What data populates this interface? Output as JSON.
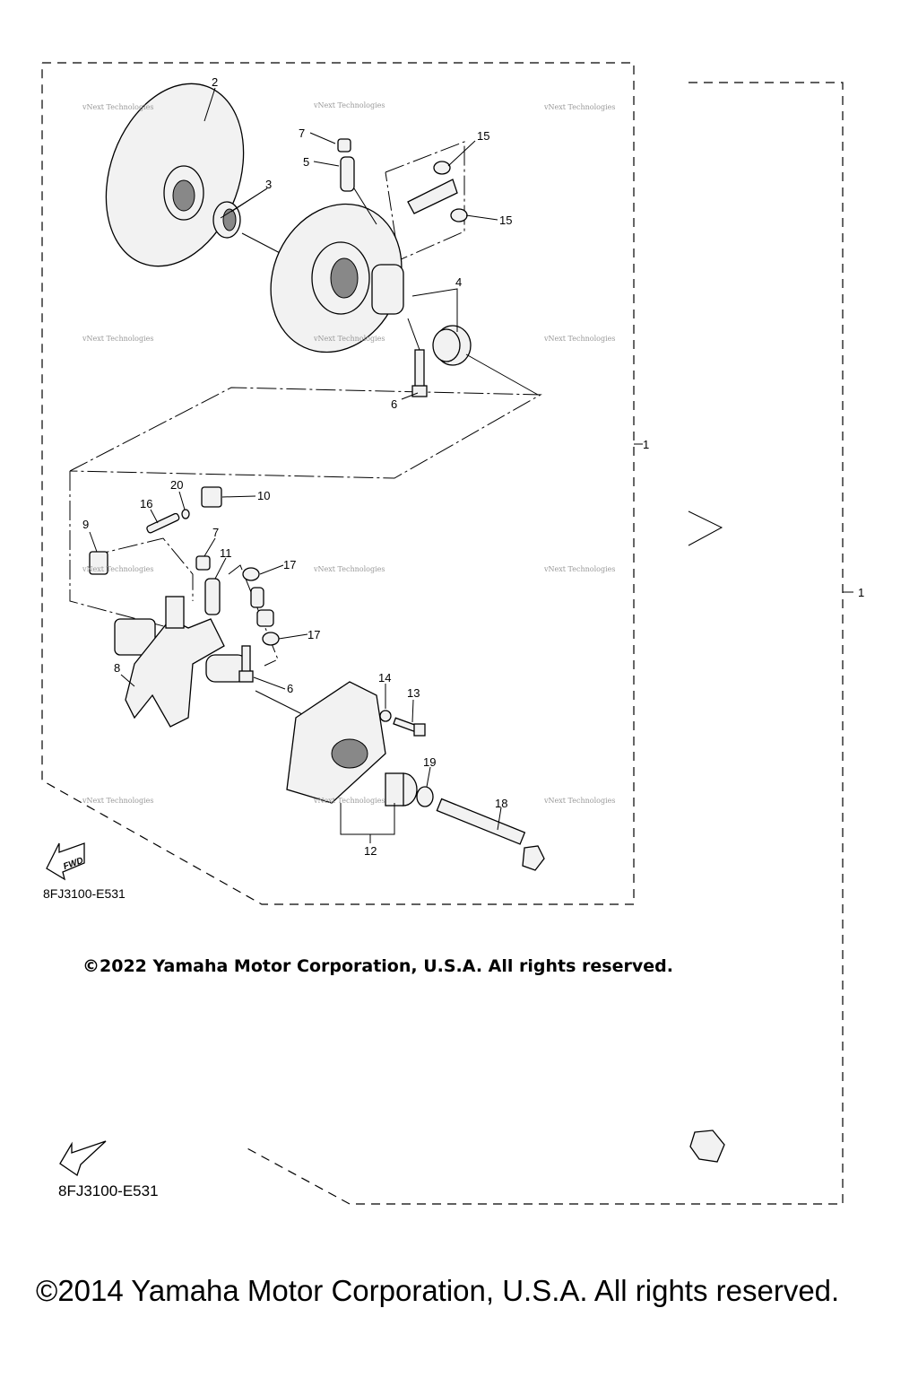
{
  "diagram": {
    "callouts": {
      "c2": "2",
      "c7a": "7",
      "c5": "5",
      "c3": "3",
      "c15a": "15",
      "c15b": "15",
      "c4": "4",
      "c6a": "6",
      "c1a": "1",
      "c20": "20",
      "c10": "10",
      "c16": "16",
      "c9": "9",
      "c7b": "7",
      "c11": "11",
      "c17a": "17",
      "c17b": "17",
      "c8": "8",
      "c6b": "6",
      "c14": "14",
      "c13": "13",
      "c19": "19",
      "c18": "18",
      "c12": "12",
      "c1b": "1"
    },
    "watermark": "vNext Technologies",
    "fwd_label": "FWD",
    "diagram_code": "8FJ3100-E531",
    "diagram_code_2": "8FJ3100-E531"
  },
  "copyright_2022": "©2022 Yamaha Motor Corporation, U.S.A. All rights reserved.",
  "copyright_2014": "©2014 Yamaha Motor Corporation, U.S.A. All rights reserved."
}
